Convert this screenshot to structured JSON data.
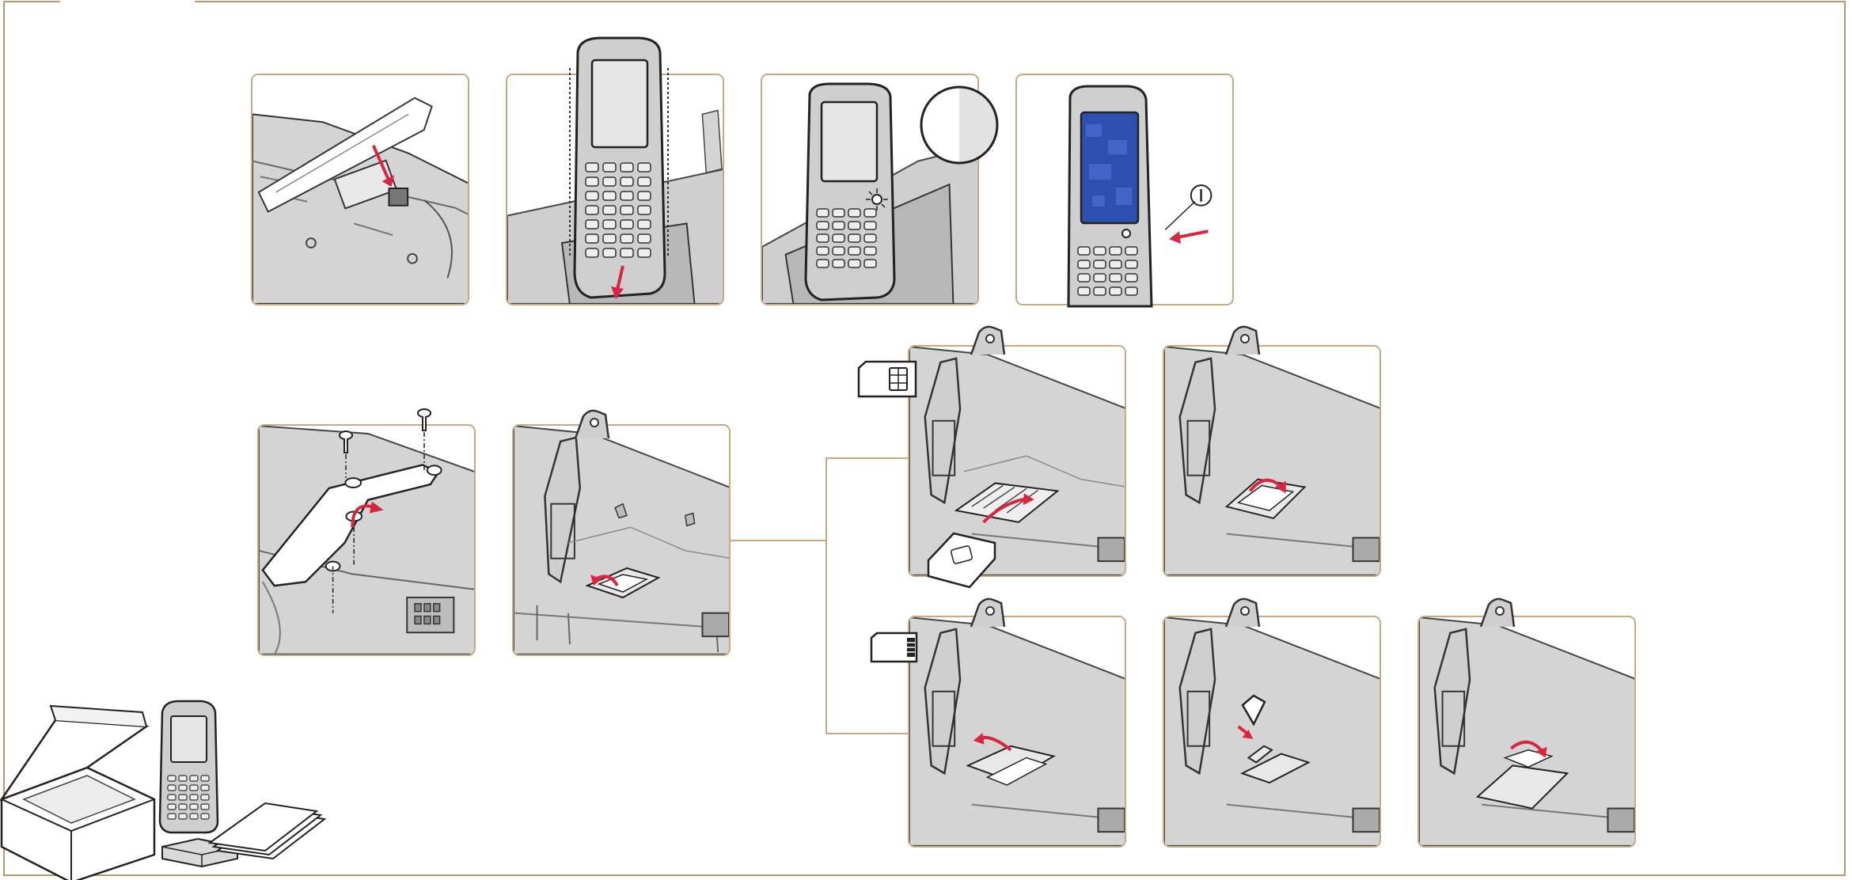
{
  "document": {
    "type": "quick-start-illustration",
    "accent_color": "#c8a985",
    "arrow_color": "#d7263d"
  },
  "panels": [
    {
      "id": "step-battery-door",
      "row": 1
    },
    {
      "id": "step-insert-cradle",
      "row": 1
    },
    {
      "id": "step-charging",
      "row": 1
    },
    {
      "id": "step-power-on",
      "row": 1
    },
    {
      "id": "step-remove-access-door",
      "row": 2
    },
    {
      "id": "step-open-card-cover",
      "row": 2
    },
    {
      "id": "step-insert-sim",
      "row": 2
    },
    {
      "id": "step-close-sim",
      "row": 2
    },
    {
      "id": "step-open-microsd",
      "row": 3
    },
    {
      "id": "step-insert-microsd",
      "row": 3
    },
    {
      "id": "step-close-microsd",
      "row": 3
    }
  ],
  "callouts": {
    "power_symbol": "I",
    "sim_icon": "sim-card-icon",
    "microsd_icon": "microsd-card-icon"
  },
  "box_contents": [
    "computer",
    "battery",
    "documentation"
  ]
}
